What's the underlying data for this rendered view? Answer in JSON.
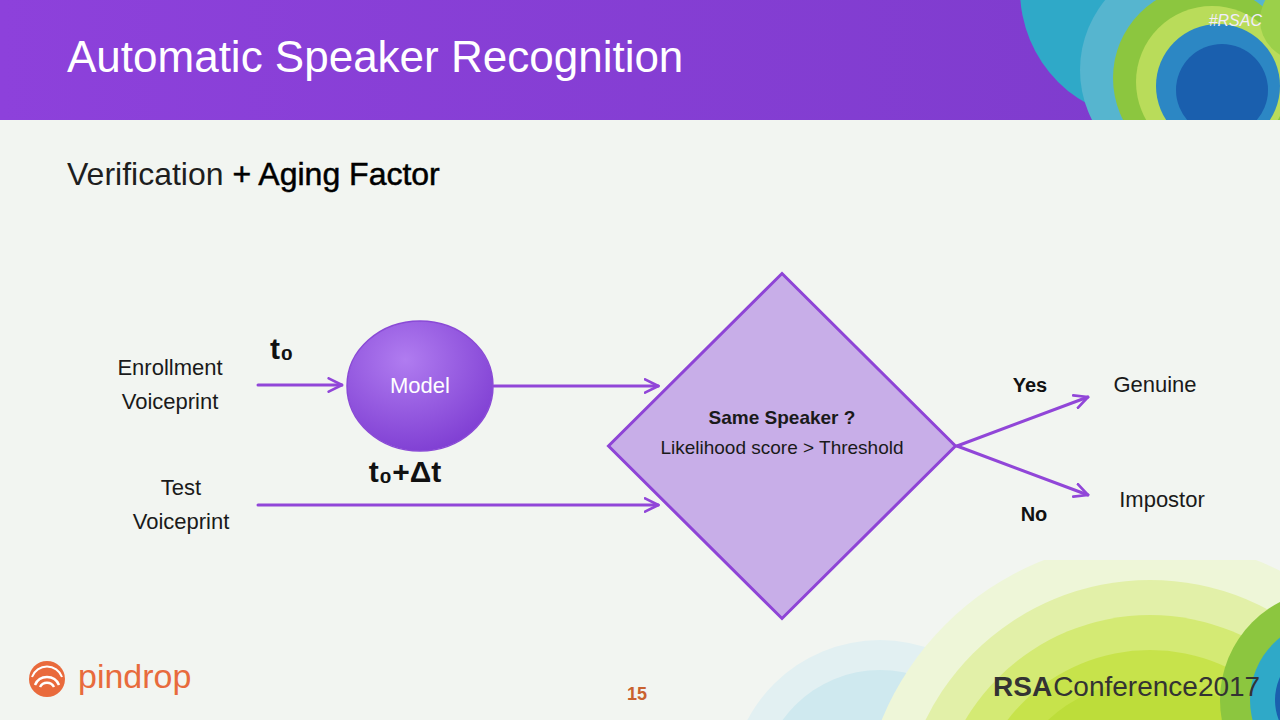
{
  "diagram": {
    "title": "Automatic Speaker Recognition",
    "nodes": [
      {
        "text": [
          "Enrollment Voiceprint"
        ]
      },
      {
        "text": [
          "Model"
        ]
      },
      {
        "text": [
          "Test Voiceprint"
        ]
      },
      {
        "text": [
          "Same Speaker ?",
          "Likelihood score > Threshold"
        ]
      },
      {
        "text": [
          "Genuine"
        ]
      },
      {
        "text": [
          "Impostor"
        ]
      }
    ],
    "edges": [
      {
        "from": 0,
        "to": 1,
        "label": "t₀",
        "arrow": "to"
      },
      {
        "from": 1,
        "to": 3,
        "arrow": "to"
      },
      {
        "from": 2,
        "to": 3,
        "label": "t₀+Δt",
        "arrow": "to"
      },
      {
        "from": 3,
        "to": 4,
        "label": "Yes",
        "arrow": "to"
      },
      {
        "from": 3,
        "to": 5,
        "label": "No",
        "arrow": "to"
      }
    ],
    "labels": [
      "Verification",
      "+ Aging Factor",
      "#RSAC",
      "pindrop",
      "15",
      "RSA",
      "Conference2017"
    ]
  }
}
